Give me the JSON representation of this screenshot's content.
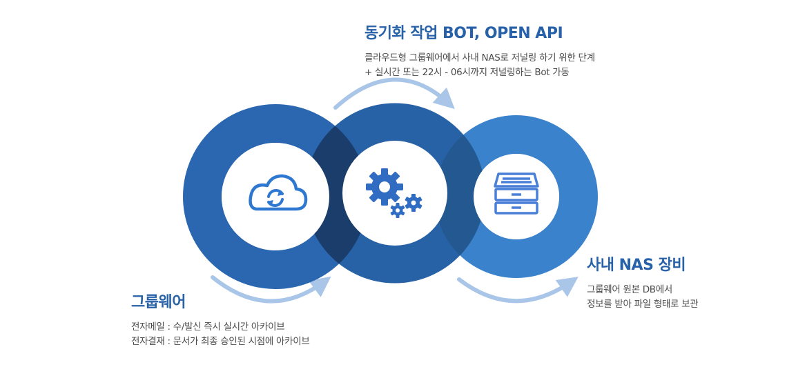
{
  "colors": {
    "ring_left": "#2a67b0",
    "ring_middle": "#2762a6",
    "ring_right": "#3b82cc",
    "overlap": "#1b3d6b",
    "title": "#2761a8",
    "arrow": "#a9c6e8",
    "icon_cloud": "#2f78d1",
    "icon_gears": "#2f6cc2",
    "icon_cabinet": "#4a7fd8"
  },
  "icons": {
    "groupware": "cloud-sync-icon",
    "sync": "gears-icon",
    "nas": "file-cabinet-icon"
  },
  "sync": {
    "title": "동기화 작업 BOT, OPEN API",
    "lines": [
      "클라우드형 그룹웨어에서 사내 NAS로 저널링 하기 위한 단계",
      "+ 실시간 또는 22시 - 06시까지 저널링하는 Bot 가동"
    ]
  },
  "groupware": {
    "title": "그룹웨어",
    "lines": [
      "전자메일 : 수/발신 즉시 실시간 아카이브",
      "전자결재 : 문서가 최종 승인된 시점에 아카이브"
    ]
  },
  "nas": {
    "title": "사내 NAS 장비",
    "lines": [
      "그룹웨어 원본 DB에서",
      "정보를 받아 파일 형태로 보관"
    ]
  }
}
